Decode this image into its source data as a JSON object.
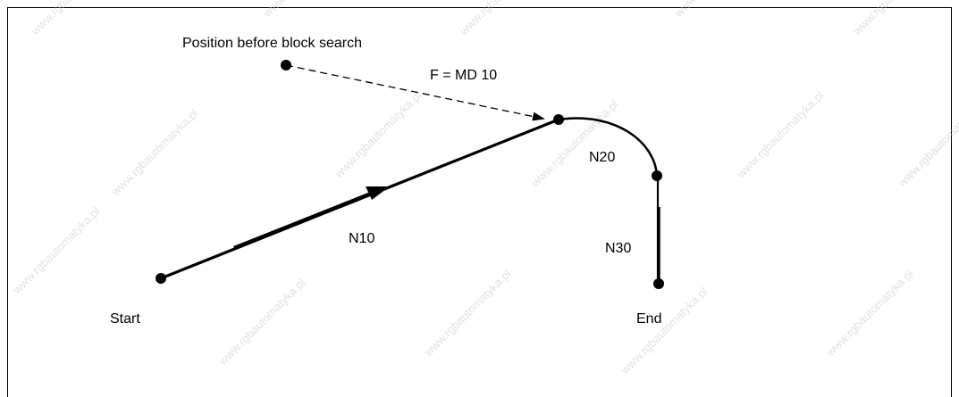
{
  "diagram": {
    "label_position_before": "Position before block search",
    "label_feed": "F = MD 10",
    "label_n10": "N10",
    "label_n20": "N20",
    "label_n30": "N30",
    "label_start": "Start",
    "label_end": "End",
    "watermark_text": "www.rgbautomatyka.pl"
  },
  "colors": {
    "ink": "#000000",
    "watermark": "#c9c9c9"
  }
}
